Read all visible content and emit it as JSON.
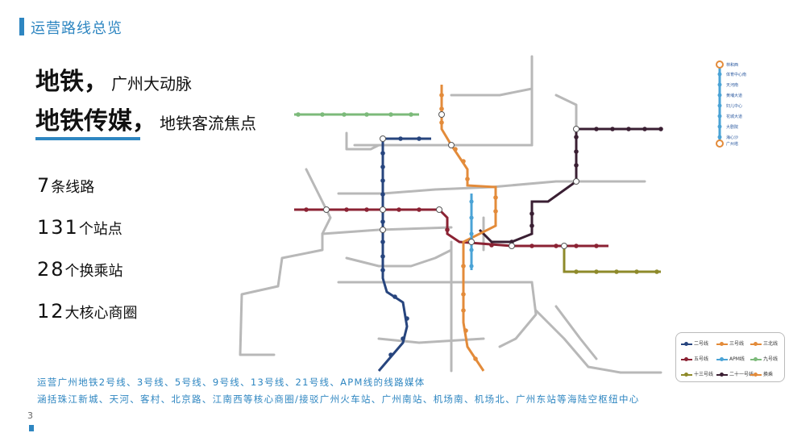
{
  "header": {
    "title": "运营路线总览"
  },
  "headline": {
    "line1_big": "地铁，",
    "line1_small": "广州大动脉",
    "line2_big": "地铁传媒，",
    "line2_small": "地铁客流焦点"
  },
  "stats": [
    {
      "num": "7",
      "label": "条线路"
    },
    {
      "num": "131",
      "label": "个站点"
    },
    {
      "num": "28",
      "label": "个换乘站"
    },
    {
      "num": "12",
      "label": "大核心商圈"
    }
  ],
  "footer": {
    "line1": "运营广州地铁2号线、3号线、5号线、9号线、13号线、21号线、APM线的线路媒体",
    "line2": "涵括珠江新城、天河、客村、北京路、江南西等核心商圈/接驳广州火车站、广州南站、机场南、机场北、广州东站等海陆空枢纽中心"
  },
  "page_number": "3",
  "apm_stations": [
    "林和西",
    "体育中心南",
    "天河南",
    "黄埔大道",
    "妇儿中心",
    "花城大道",
    "大剧院",
    "海心沙",
    "广州塔"
  ],
  "legend": [
    {
      "label": "二号线",
      "color": "#27457e"
    },
    {
      "label": "三号线",
      "color": "#e38b3a"
    },
    {
      "label": "三北线",
      "color": "#e38b3a"
    },
    {
      "label": "五号线",
      "color": "#8b2233"
    },
    {
      "label": "APM线",
      "color": "#4aa3d6"
    },
    {
      "label": "九号线",
      "color": "#7cba7a"
    },
    {
      "label": "十三号线",
      "color": "#8e8a2a"
    },
    {
      "label": "二十一号线",
      "color": "#3a1f33"
    },
    {
      "label": "换乘",
      "color": "#e38b3a"
    }
  ],
  "colors": {
    "accent": "#2e86c1",
    "line2": "#27457e",
    "line3": "#e38b3a",
    "line5": "#8b2233",
    "apm": "#4aa3d6",
    "line9": "#7cba7a",
    "line13": "#8e8a2a",
    "line21": "#3a1f33",
    "other": "#b8b8b8"
  }
}
